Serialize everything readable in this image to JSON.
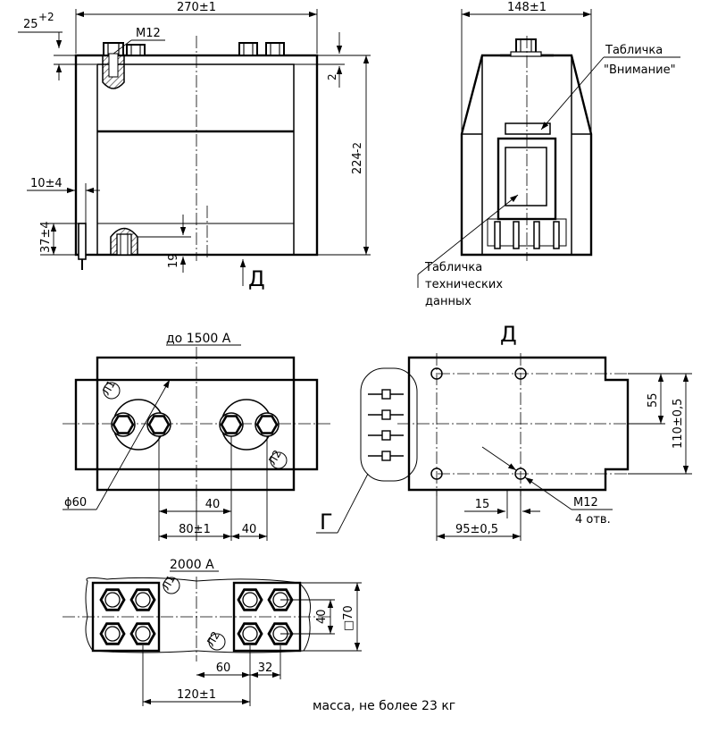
{
  "top_view": {
    "tol_25": "25",
    "tol_25_sup": "+2",
    "width_270": "270±1",
    "thread_m12": "M12",
    "dim_2": "2",
    "height_224": "224",
    "height_224_sub": "-2",
    "dim_10": "10±4",
    "dim_37": "37±4",
    "dim_19": "19",
    "view_label": "Д"
  },
  "side_view": {
    "width_148": "148±1",
    "plate_attention_1": "Табличка",
    "plate_attention_2": "\"Внимание\"",
    "plate_tech_1": "Табличка",
    "plate_tech_2": "технических",
    "plate_tech_3": "данных"
  },
  "view_1500": {
    "title": "до 1500 А",
    "label_l1": "Л1",
    "label_l2": "Л2",
    "diam": "ϕ60",
    "dim_40a": "40",
    "dim_80": "80±1",
    "dim_40b": "40"
  },
  "view_d": {
    "title": "Д",
    "dim_55": "55",
    "dim_110": "110±0,5",
    "dim_15": "15",
    "dim_95": "95±0,5",
    "thread": "М12",
    "holes": "4 отв.",
    "callout_g": "Г"
  },
  "view_2000": {
    "title": "2000 А",
    "label_l1": "Л1",
    "label_l2": "Л2",
    "dim_40": "40",
    "dim_70": "□70",
    "dim_60": "60",
    "dim_32": "32",
    "dim_120": "120±1"
  },
  "mass_note": "масса, не более 23 кг"
}
